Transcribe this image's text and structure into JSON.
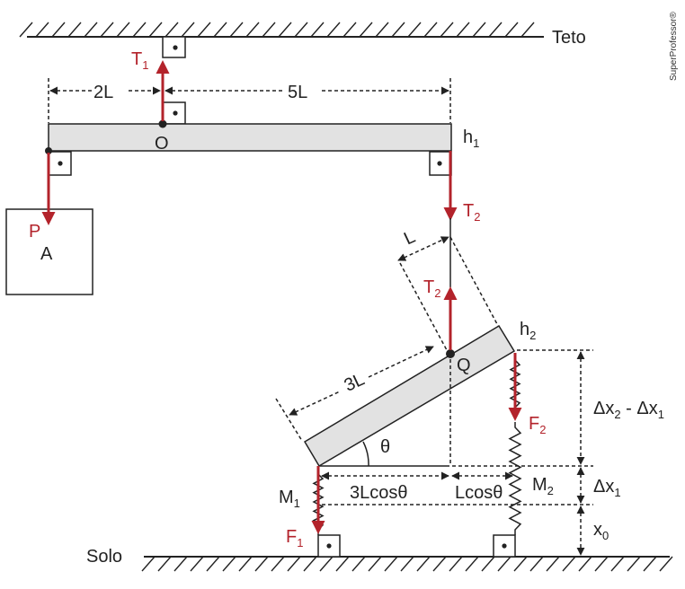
{
  "labels": {
    "ceiling": "Teto",
    "floor": "Solo",
    "watermark": "SuperProfessor®",
    "dist_2L": "2L",
    "dist_5L": "5L",
    "point_O": "O",
    "point_Q": "Q",
    "h1_main": "h",
    "h1_sub": "1",
    "h2_main": "h",
    "h2_sub": "2",
    "T1_main": "T",
    "T1_sub": "1",
    "T2_main": "T",
    "T2_sub": "2",
    "T2_lower_main": "T",
    "T2_lower_sub": "2",
    "P": "P",
    "A": "A",
    "dist_L": "L",
    "dist_3L": "3L",
    "theta": "θ",
    "F1_main": "F",
    "F1_sub": "1",
    "F2_main": "F",
    "F2_sub": "2",
    "M1_main": "M",
    "M1_sub": "1",
    "M2_main": "M",
    "M2_sub": "2",
    "dist_3Lcos": "3Lcosθ",
    "dist_Lcos": "Lcosθ",
    "dx2_a": "Δx",
    "dx2_a_sub": "2",
    "dx2_mid": " - Δx",
    "dx2_b_sub": "1",
    "dx1_main": "Δx",
    "dx1_sub": "1",
    "x0_main": "x",
    "x0_sub": "0"
  },
  "colors": {
    "force_arrow": "#b3232b",
    "bar_fill": "#e2e2e2",
    "line": "#222222"
  }
}
